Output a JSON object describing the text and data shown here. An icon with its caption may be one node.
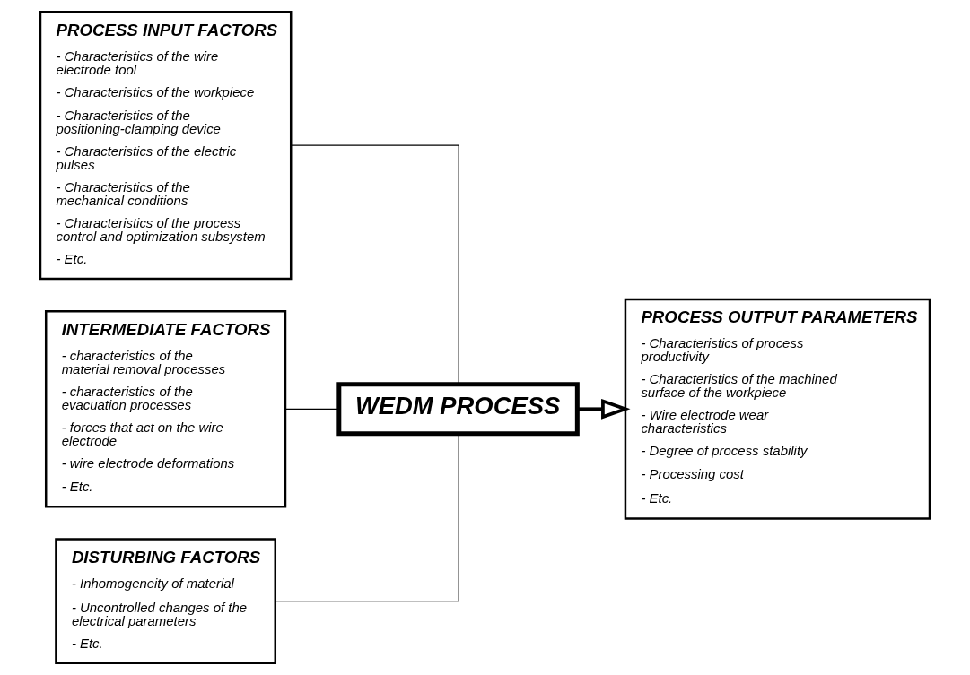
{
  "diagram": {
    "nodes": [
      {
        "text": [
          "PROCESS INPUT FACTORS",
          "- Characteristics of the wire electrode tool",
          "- Characteristics of the workpiece",
          "- Characteristics of the positioning-clamping device",
          "- Characteristics of the electric pulses",
          "- Characteristics of the mechanical conditions",
          "- Characteristics of the process control and optimization subsystem",
          "- Etc."
        ]
      },
      {
        "text": [
          "INTERMEDIATE FACTORS",
          "- characteristics of the material removal processes",
          "- characteristics of the evacuation processes",
          "- forces that act on the wire electrode",
          "- wire electrode deformations",
          "- Etc."
        ]
      },
      {
        "text": [
          "PROCESS OUTPUT PARAMETERS",
          "- Characteristics of process productivity",
          "- Characteristics of the machined surface of the workpiece",
          "- Wire electrode wear characteristics",
          "- Degree of process stability",
          "- Processing cost",
          "- Etc."
        ]
      },
      {
        "text": [
          "DISTURBING FACTORS",
          "- Inhomogeneity of material",
          "- Uncontrolled changes of the electrical parameters",
          "- Etc."
        ]
      },
      {
        "text": [
          "WEDM PROCESS"
        ]
      }
    ],
    "edges": [
      {
        "from": 0,
        "to": 4,
        "arrow": "none"
      },
      {
        "from": 1,
        "to": 4,
        "arrow": "none"
      },
      {
        "from": 3,
        "to": 4,
        "arrow": "none"
      },
      {
        "from": 4,
        "to": 2,
        "arrow": "to",
        "style": "thick"
      }
    ]
  }
}
